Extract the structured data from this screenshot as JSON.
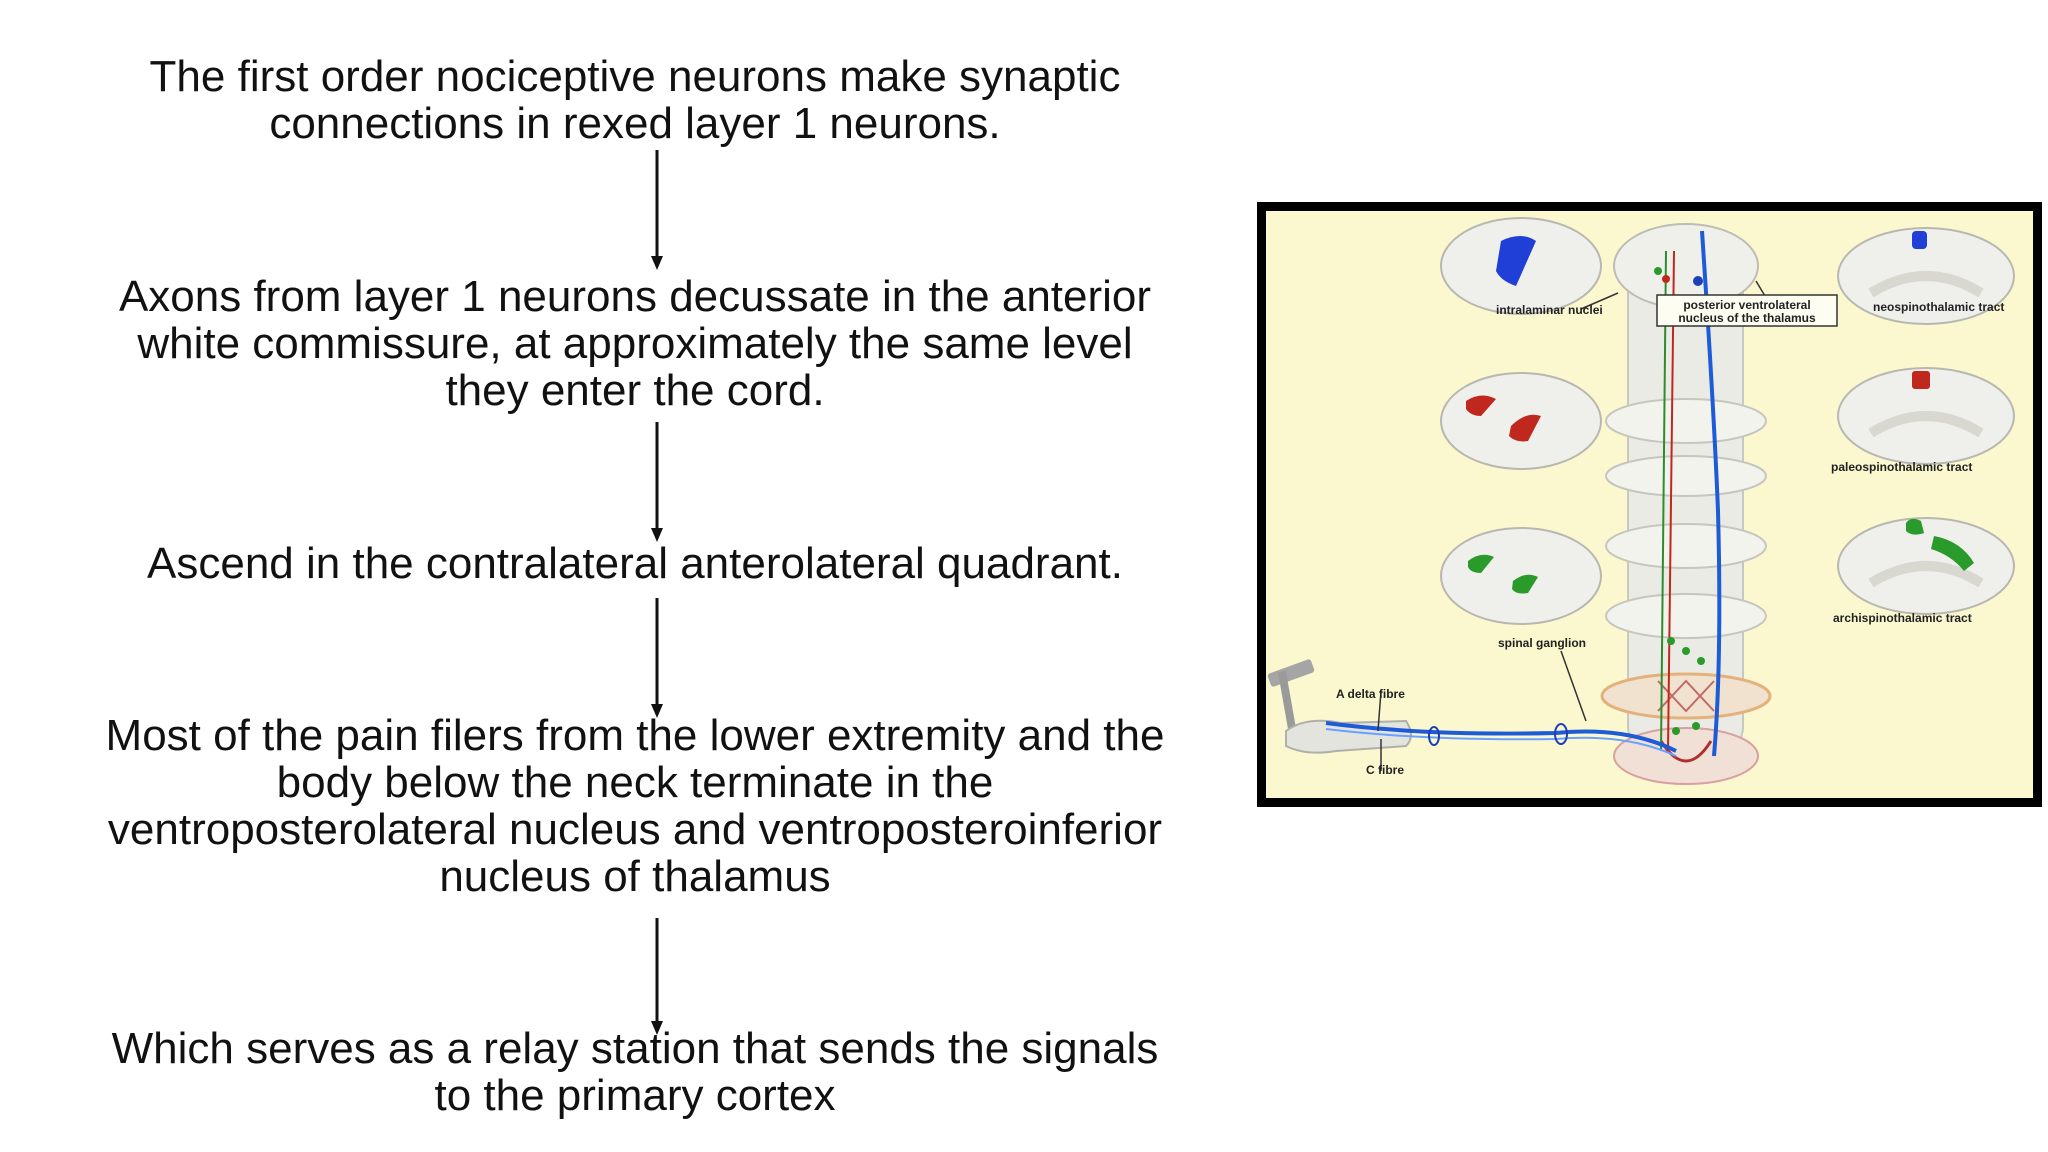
{
  "steps": [
    "The first order nociceptive neurons make synaptic connections in rexed layer 1 neurons.",
    "Axons from layer 1 neurons decussate in the anterior white commissure, at approximately the same level they enter the cord.",
    "Ascend in the contralateral anterolateral quadrant.",
    "Most of the pain filers from the lower extremity and the body below the neck terminate in the ventroposterolateral nucleus and ventroposteroinferior nucleus of thalamus",
    "Which serves as a relay station that sends the signals to the primary cortex"
  ],
  "figure": {
    "labels": {
      "intralaminar": "intralaminar nuclei",
      "pvl_line1": "posterior ventrolateral",
      "pvl_line2": "nucleus of the thalamus",
      "neo": "neospinothalamic tract",
      "paleo": "paleospinothalamic tract",
      "archi": "archispinothalamic tract",
      "ganglion": "spinal ganglion",
      "adelta": "A delta fibre",
      "cfibre": "C fibre"
    },
    "colors": {
      "background": "#fbf8cf",
      "neo": "#1f3fd6",
      "paleo": "#c0281e",
      "archi": "#2a9a2a",
      "fibre": "#1e5bd6"
    }
  }
}
